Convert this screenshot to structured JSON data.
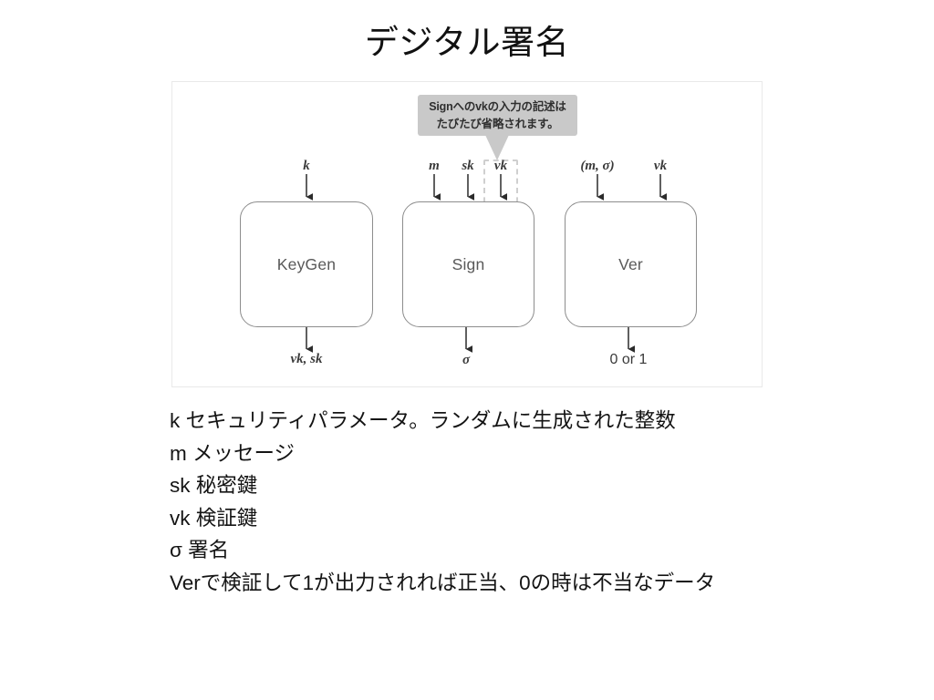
{
  "page": {
    "title": "デジタル署名",
    "background_color": "#ffffff",
    "text_color": "#141414"
  },
  "diagram": {
    "frame": {
      "border_color": "#e9e9e9"
    },
    "callout": {
      "line1": "Signへのvkの入力の記述は",
      "line2": "たびたび省略されます。",
      "fill_color": "#c9c9c9",
      "text_color": "#2f2f2f",
      "points_to": "vk"
    },
    "dashed_box": {
      "encloses": "vk",
      "border_color": "#cfcfcf",
      "style": "dashed"
    },
    "boxes": [
      {
        "id": "keygen",
        "label": "KeyGen",
        "inputs": [
          "k"
        ],
        "outputs": [
          "vk, sk"
        ]
      },
      {
        "id": "sign",
        "label": "Sign",
        "inputs": [
          "m",
          "sk",
          "vk"
        ],
        "outputs": [
          "σ"
        ]
      },
      {
        "id": "ver",
        "label": "Ver",
        "inputs": [
          "(m, σ)",
          "vk"
        ],
        "outputs": [
          "0 or 1"
        ]
      }
    ],
    "inputs": {
      "keygen_k": "k",
      "sign_m": "m",
      "sign_sk": "sk",
      "sign_vk": "vk",
      "ver_msig": "(m, σ)",
      "ver_vk": "vk"
    },
    "outputs": {
      "keygen_out": "vk, sk",
      "sign_out": "σ",
      "ver_out": "0 or 1"
    },
    "box_labels": {
      "keygen": "KeyGen",
      "sign": "Sign",
      "ver": "Ver"
    },
    "stroke_color": "#3a3a3a",
    "box_border_color": "#8d8d8d"
  },
  "legend": {
    "lines": [
      "k  セキュリティパラメータ。ランダムに生成された整数",
      "m メッセージ",
      "sk 秘密鍵",
      "vk 検証鍵",
      "σ 署名",
      "Verで検証して1が出力されれば正当、0の時は不当なデータ"
    ]
  }
}
